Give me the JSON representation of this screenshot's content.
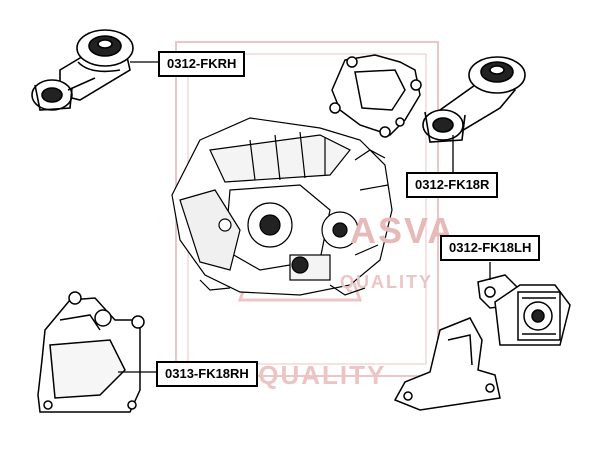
{
  "labels": {
    "fkrh": "0312-FKRH",
    "fk18r": "0312-FK18R",
    "fk18lh": "0312-FK18LH",
    "fk18rh": "0313-FK18RH"
  },
  "watermark": {
    "logo_text": "ASVA",
    "line1": "QUALITY",
    "line2": "HIGH QUALITY"
  },
  "colors": {
    "watermark": "#e7b9b9",
    "lines": "#000000"
  }
}
